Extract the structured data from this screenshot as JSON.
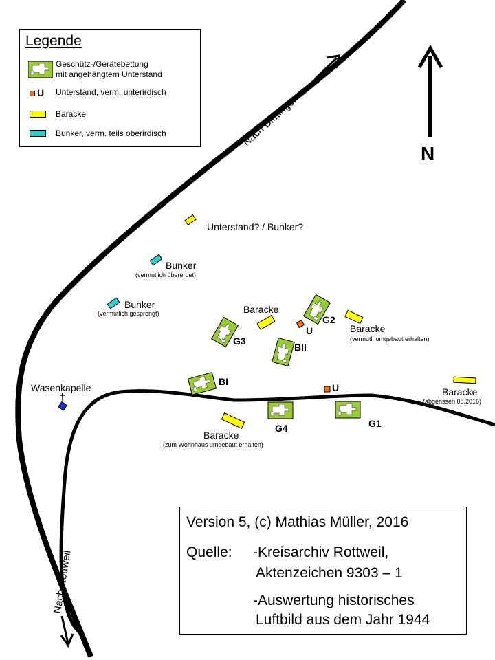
{
  "legend": {
    "title": "Legende",
    "items": {
      "emplacement_line1": "Geschütz-/Gerätebettung",
      "emplacement_line2": "mit angehängtem  Unterstand",
      "shelter_code": "U",
      "shelter": "Unterstand, verm.  unterirdisch",
      "barracks": "Baracke",
      "bunker": "Bunker, verm. teils oberirdisch"
    }
  },
  "colors": {
    "emplacement": "#99cc33",
    "shelter": "#ee7722",
    "barracks": "#ffff00",
    "bunker": "#33cccc",
    "chapel": "#1a33cc"
  },
  "north": {
    "label": "N"
  },
  "roads": {
    "to_dietingen": "Nach Dietingen",
    "to_rottweil": "Nach Rottweil"
  },
  "labels": {
    "unterstand_bunker": "Unterstand? / Bunker?",
    "bunker1": "Bunker",
    "bunker1_note": "(vermutlich übererdet)",
    "bunker2": "Bunker",
    "bunker2_note": "(vermutlich gesprengt)",
    "baracke_center": "Baracke",
    "baracke_right": "Baracke",
    "baracke_right_note": "(vermutl. umgebaut erhalten)",
    "baracke_far": "Baracke",
    "baracke_far_note": "(abgerissen 08.2016)",
    "baracke_bottom": "Baracke",
    "baracke_bottom_note": "(zum Wohnhaus umgebaut erhalten)",
    "chapel": "Wasenkapelle",
    "chapel_cross": "†",
    "G1": "G1",
    "G2": "G2",
    "G3": "G3",
    "G4": "G4",
    "BI": "BI",
    "BII": "BII",
    "U1": "U",
    "U2": "U"
  },
  "credits": {
    "version": "Version 5, (c) Mathias Müller, 2016",
    "source_label": "Quelle:",
    "source1_line1": "-Kreisarchiv Rottweil,",
    "source1_line2": "Aktenzeichen 9303 – 1",
    "source2_line1": "-Auswertung historisches",
    "source2_line2": "Luftbild aus dem Jahr 1944"
  }
}
